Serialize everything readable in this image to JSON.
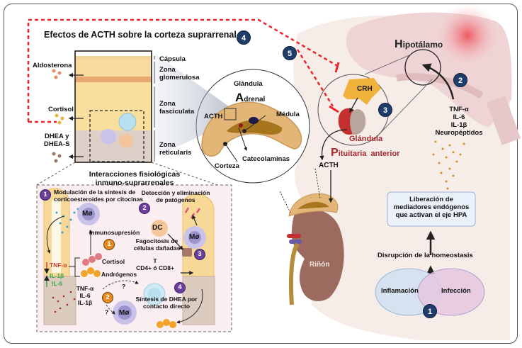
{
  "title": "Efectos de ACTH sobre la corteza suprarrenal",
  "colors": {
    "navy_badge": "#1f3d6b",
    "purple_badge": "#6b3f9c",
    "orange_badge": "#e58a1f",
    "feedback_line": "#e8262b",
    "pituitary_text": "#a8282d",
    "tnf_down": "#d23a2a",
    "il_up": "#3aa845"
  },
  "badges": {
    "main": [
      "1",
      "2",
      "3",
      "4",
      "5"
    ],
    "purple": [
      "1",
      "2",
      "3",
      "4"
    ],
    "orange": [
      "1",
      "2"
    ]
  },
  "cortex": {
    "zones": [
      "Cápsula",
      "Zona glomerulosa",
      "Zona fasciculata",
      "Zona reticularis"
    ],
    "zone_lines": {
      "capsula": "Cápsula",
      "glom_1": "Zona",
      "glom_2": "glomerulosa",
      "fasc_1": "Zona",
      "fasc_2": "fasciculata",
      "ret_1": "Zona",
      "ret_2": "reticularis"
    },
    "hormones": {
      "aldosterona": "Aldosterona",
      "cortisol": "Cortisol",
      "dhea_1": "DHEA y",
      "dhea_2": "DHEA-S"
    }
  },
  "adrenal": {
    "title_1": "Glándula",
    "title_big": "A",
    "title_rest": "drenal",
    "acth": "ACTH",
    "medula": "Médula",
    "catecolaminas": "Catecolaminas",
    "corteza": "Corteza"
  },
  "brain": {
    "hipot_big": "H",
    "hipot_rest": "ipotálamo",
    "crh": "CRH",
    "glandula": "Glándula",
    "pit_big": "P",
    "pit_rest": "ituitaria  anterior",
    "acth": "ACTH",
    "mediators": [
      "TNF-α",
      "IL-6",
      "IL-1β",
      "Neuropéptidos"
    ]
  },
  "kidney": {
    "label": "Riñón"
  },
  "hpa": {
    "box": [
      "Liberación de",
      "mediadores endógenos",
      "que activan el eje HPA"
    ],
    "disruption": "Disrupción de la homeostasis",
    "inflammation": "Inflamación",
    "infection": "Infección"
  },
  "immune": {
    "title_1": "Interacciones fisiológicas",
    "title_2": "inmuno-suprarrenales",
    "modulation_1": "Modulación de la síntesis de",
    "modulation_2": "corticoesteroides por citocinas",
    "detection_1": "Detección y eliminación",
    "detection_2": "de patógenos",
    "macrophage": "Mø",
    "dc": "DC",
    "immunosuppression": "Inmunosupresión",
    "phago_1": "Fagocitosis de",
    "phago_2": "células dañadas",
    "tnf_down": "TNF-α",
    "il1b_up": "IL-1β",
    "il6_up": "IL-6",
    "cortisol": "Cortisol",
    "androgens": "Andrógenos",
    "t_cell_1": "T",
    "t_cell_2": "CD4+ ó CD8+",
    "cytokines": [
      "TNF-α",
      "IL-6",
      "IL-1β"
    ],
    "question": "?",
    "dhea_1": "Síntesis de DHEA  por",
    "dhea_2": "contacto directo"
  }
}
